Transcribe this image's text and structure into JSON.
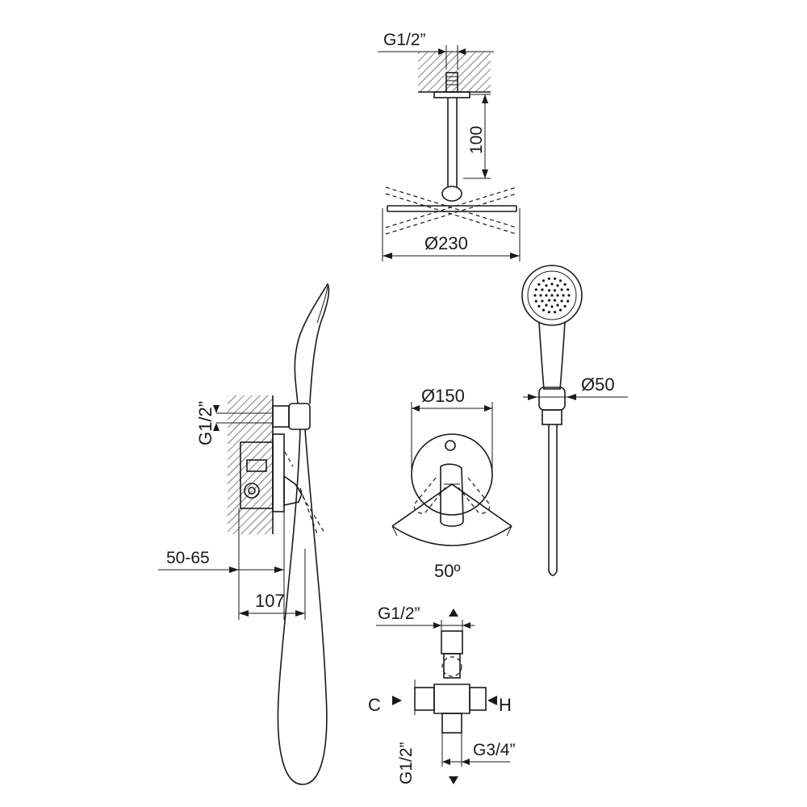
{
  "ceiling_shower": {
    "thread_label": "G1/2”",
    "arm_length_label": "100",
    "head_diameter_label": "Ø230"
  },
  "wall_side_view": {
    "thread_label": "G1/2”",
    "depth_range_label": "50-65",
    "projection_label": "107"
  },
  "mixer_front": {
    "plate_diameter_label": "Ø150",
    "rotation_angle_label": "50º"
  },
  "hand_shower": {
    "head_diameter_label": "Ø50"
  },
  "valve_body": {
    "top_thread_label": "G1/2”",
    "cold_label": "C",
    "hot_label": "H",
    "bottom_thread_label": "G1/2”",
    "outlet_thread_label": "G3/4”"
  }
}
